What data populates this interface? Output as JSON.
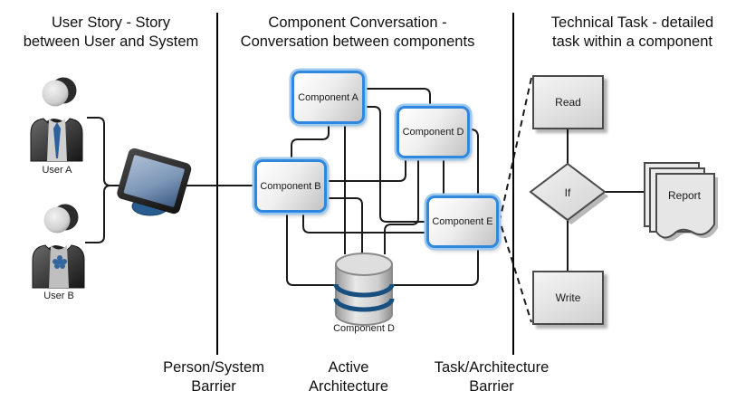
{
  "headers": {
    "left": {
      "line1": "User Story - Story",
      "line2": "between User and System"
    },
    "middle": {
      "line1": "Component Conversation -",
      "line2": "Conversation between components"
    },
    "right": {
      "line1": "Technical Task - detailed",
      "line2": "task within a component"
    }
  },
  "barrier_labels": {
    "person_system": {
      "line1": "Person/System",
      "line2": "Barrier"
    },
    "active": {
      "line1": "Active",
      "line2": "Architecture"
    },
    "task_architecture": {
      "line1": "Task/Architecture",
      "line2": "Barrier"
    }
  },
  "user_story": {
    "user_a_label": "User A",
    "user_b_label": "User B"
  },
  "components": {
    "a": "Component A",
    "b": "Component B",
    "d": "Component D",
    "e": "Component E",
    "database": "Component D"
  },
  "tasks": {
    "read": "Read",
    "condition": "If",
    "write": "Write",
    "report": "Report"
  },
  "colors": {
    "component_border_blue": "#2f88dd",
    "component_glow_blue": "#9ec9ef",
    "connector_line": "#1a1a1a",
    "barrier_line": "#000000",
    "task_border": "#4a4a4a",
    "database_ring_blue": "#17507e",
    "monitor_screen_blue": "#41639a",
    "tie_blue": "#2e5f9e"
  }
}
